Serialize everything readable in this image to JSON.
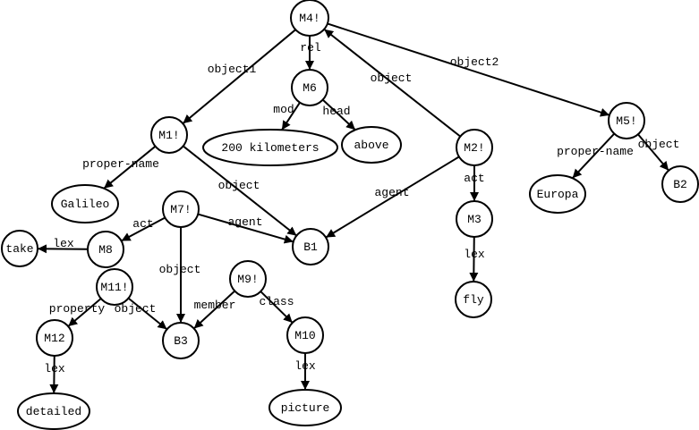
{
  "diagram": {
    "type": "semantic-network",
    "colors": {
      "stroke": "#000000",
      "fill": "#ffffff",
      "text": "#000000"
    },
    "nodes": [
      {
        "id": "M4!",
        "label": "M4!",
        "shape": "circle"
      },
      {
        "id": "M6",
        "label": "M6",
        "shape": "circle"
      },
      {
        "id": "200km",
        "label": "200 kilometers",
        "shape": "ellipse"
      },
      {
        "id": "above",
        "label": "above",
        "shape": "ellipse"
      },
      {
        "id": "M1!",
        "label": "M1!",
        "shape": "circle"
      },
      {
        "id": "Galileo",
        "label": "Galileo",
        "shape": "ellipse"
      },
      {
        "id": "M2!",
        "label": "M2!",
        "shape": "circle"
      },
      {
        "id": "M3",
        "label": "M3",
        "shape": "circle"
      },
      {
        "id": "fly",
        "label": "fly",
        "shape": "circle"
      },
      {
        "id": "B1",
        "label": "B1",
        "shape": "circle"
      },
      {
        "id": "M5!",
        "label": "M5!",
        "shape": "circle"
      },
      {
        "id": "Europa",
        "label": "Europa",
        "shape": "ellipse"
      },
      {
        "id": "B2",
        "label": "B2",
        "shape": "circle"
      },
      {
        "id": "M7!",
        "label": "M7!",
        "shape": "circle"
      },
      {
        "id": "M8",
        "label": "M8",
        "shape": "circle"
      },
      {
        "id": "take",
        "label": "take",
        "shape": "circle"
      },
      {
        "id": "M11!",
        "label": "M11!",
        "shape": "circle"
      },
      {
        "id": "M12",
        "label": "M12",
        "shape": "circle"
      },
      {
        "id": "detailed",
        "label": "detailed",
        "shape": "ellipse"
      },
      {
        "id": "B3",
        "label": "B3",
        "shape": "circle"
      },
      {
        "id": "M9!",
        "label": "M9!",
        "shape": "circle"
      },
      {
        "id": "M10",
        "label": "M10",
        "shape": "circle"
      },
      {
        "id": "picture",
        "label": "picture",
        "shape": "ellipse"
      }
    ],
    "edges": [
      {
        "from": "M4!",
        "to": "M6",
        "label": "rel"
      },
      {
        "from": "M4!",
        "to": "M1!",
        "label": "object1"
      },
      {
        "from": "M4!",
        "to": "M5!",
        "label": "object2"
      },
      {
        "from": "M2!",
        "to": "M4!",
        "label": "object"
      },
      {
        "from": "M6",
        "to": "200km",
        "label": "mod"
      },
      {
        "from": "M6",
        "to": "above",
        "label": "head"
      },
      {
        "from": "M1!",
        "to": "Galileo",
        "label": "proper-name"
      },
      {
        "from": "M1!",
        "to": "B1",
        "label": "object"
      },
      {
        "from": "M2!",
        "to": "B1",
        "label": "agent"
      },
      {
        "from": "M2!",
        "to": "M3",
        "label": "act"
      },
      {
        "from": "M3",
        "to": "fly",
        "label": "lex"
      },
      {
        "from": "M5!",
        "to": "Europa",
        "label": "proper-name"
      },
      {
        "from": "M5!",
        "to": "B2",
        "label": "object"
      },
      {
        "from": "M7!",
        "to": "M8",
        "label": "act"
      },
      {
        "from": "M7!",
        "to": "B1",
        "label": "agent"
      },
      {
        "from": "M7!",
        "to": "B3",
        "label": "object"
      },
      {
        "from": "M8",
        "to": "take",
        "label": "lex"
      },
      {
        "from": "M11!",
        "to": "M12",
        "label": "property"
      },
      {
        "from": "M11!",
        "to": "B3",
        "label": "object"
      },
      {
        "from": "M12",
        "to": "detailed",
        "label": "lex"
      },
      {
        "from": "M9!",
        "to": "B3",
        "label": "member"
      },
      {
        "from": "M9!",
        "to": "M10",
        "label": "class"
      },
      {
        "from": "M10",
        "to": "picture",
        "label": "lex"
      }
    ]
  }
}
